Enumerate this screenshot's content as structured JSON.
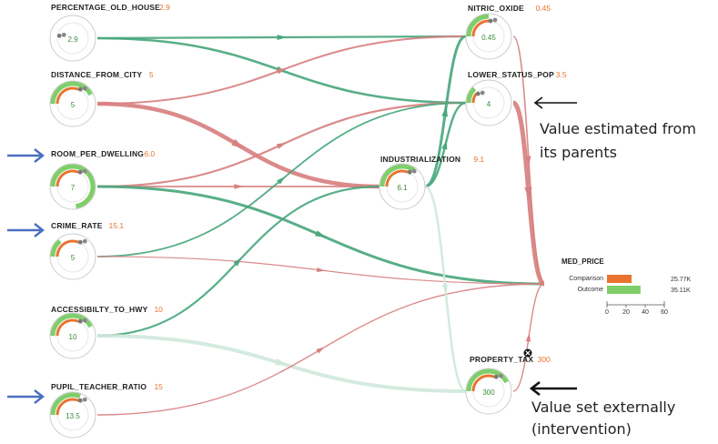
{
  "colors": {
    "positive": "#4aa77e",
    "negative": "#d88080",
    "faint": "#cfe8dc",
    "ring_green": "#7fce6a",
    "ring_orange": "#e8742f",
    "ring_grey": "#cccccc",
    "ref_text": "#e8742f",
    "value_text": "#3d8a3a",
    "arrow_blue": "#4a6fc2",
    "arrow_black": "#111111"
  },
  "nodes": [
    {
      "id": "old_house",
      "label": "PERCENTAGE_OLD_HOUSE",
      "ref": "2.9",
      "value": "2.9",
      "green": 0.0,
      "orange": 0.0
    },
    {
      "id": "distance",
      "label": "DISTANCE_FROM_CITY",
      "ref": "5",
      "value": "5",
      "green": 0.85,
      "orange": 0.62
    },
    {
      "id": "rooms",
      "label": "ROOM_PER_DWELLING",
      "ref": "6.0",
      "value": "7",
      "green": 1.45,
      "orange": 0.62
    },
    {
      "id": "crime",
      "label": "CRIME_RATE",
      "ref": "15.1",
      "value": "5",
      "green": 0.28,
      "orange": 0.62
    },
    {
      "id": "highway",
      "label": "ACCESSIBILTY_TO_HWY",
      "ref": "10",
      "value": "10",
      "green": 0.85,
      "orange": 0.62
    },
    {
      "id": "pupil",
      "label": "PUPIL_TEACHER_RATIO",
      "ref": "15",
      "value": "13.5",
      "green": 0.62,
      "orange": 0.62
    },
    {
      "id": "industrial",
      "label": "INDUSTRIALIZATION",
      "ref": "9.1",
      "value": "6.1",
      "green": 0.7,
      "orange": 0.62
    },
    {
      "id": "nox",
      "label": "NITRIC_OXIDE",
      "ref": "0.45",
      "value": "0.45",
      "green": 0.5,
      "orange": 0.5
    },
    {
      "id": "lstat",
      "label": "LOWER_STATUS_POP",
      "ref": "3.5",
      "value": "4",
      "green": 0.25,
      "orange": 0.2
    },
    {
      "id": "tax",
      "label": "PROPERTY_TAX",
      "ref": "300",
      "value": "300",
      "green": 0.85,
      "orange": 0.62
    }
  ],
  "target": {
    "label": "MED_PRICE",
    "bars": [
      {
        "name": "Comparison",
        "value": 25.77,
        "display": "25.77K"
      },
      {
        "name": "Outcome",
        "value": 35.11,
        "display": "35.11K"
      }
    ],
    "ticks": [
      "0",
      "20",
      "40",
      "60"
    ],
    "xmax": 60
  },
  "edges": [
    {
      "from": "old_house",
      "to": "nox",
      "sign": "positive",
      "weight": 2.2
    },
    {
      "from": "old_house",
      "to": "lstat",
      "sign": "positive",
      "weight": 2.6
    },
    {
      "from": "distance",
      "to": "nox",
      "sign": "negative",
      "weight": 2.0
    },
    {
      "from": "distance",
      "to": "industrial",
      "sign": "negative",
      "weight": 4.5
    },
    {
      "from": "rooms",
      "to": "lstat",
      "sign": "negative",
      "weight": 2.2
    },
    {
      "from": "rooms",
      "to": "industrial",
      "sign": "negative",
      "weight": 1.8
    },
    {
      "from": "rooms",
      "to": "price",
      "sign": "positive",
      "weight": 3.0
    },
    {
      "from": "crime",
      "to": "lstat",
      "sign": "positive",
      "weight": 1.8
    },
    {
      "from": "crime",
      "to": "price",
      "sign": "negative",
      "weight": 1.2
    },
    {
      "from": "highway",
      "to": "industrial",
      "sign": "positive",
      "weight": 2.2
    },
    {
      "from": "highway",
      "to": "tax",
      "sign": "faint",
      "weight": 4.0
    },
    {
      "from": "pupil",
      "to": "price",
      "sign": "negative",
      "weight": 1.4
    },
    {
      "from": "industrial",
      "to": "nox",
      "sign": "positive",
      "weight": 3.0
    },
    {
      "from": "industrial",
      "to": "lstat",
      "sign": "positive",
      "weight": 2.4
    },
    {
      "from": "industrial",
      "to": "tax",
      "sign": "faint",
      "weight": 2.5
    },
    {
      "from": "lstat",
      "to": "price",
      "sign": "negative",
      "weight": 5.0
    },
    {
      "from": "nox",
      "to": "price",
      "sign": "negative",
      "weight": 1.6
    },
    {
      "from": "tax",
      "to": "price",
      "sign": "negative",
      "weight": 1.4
    }
  ],
  "annotations": {
    "estimated": [
      "Value estimated from",
      "its parents"
    ],
    "set_externally": [
      "Value set externally",
      "(intervention)"
    ]
  }
}
